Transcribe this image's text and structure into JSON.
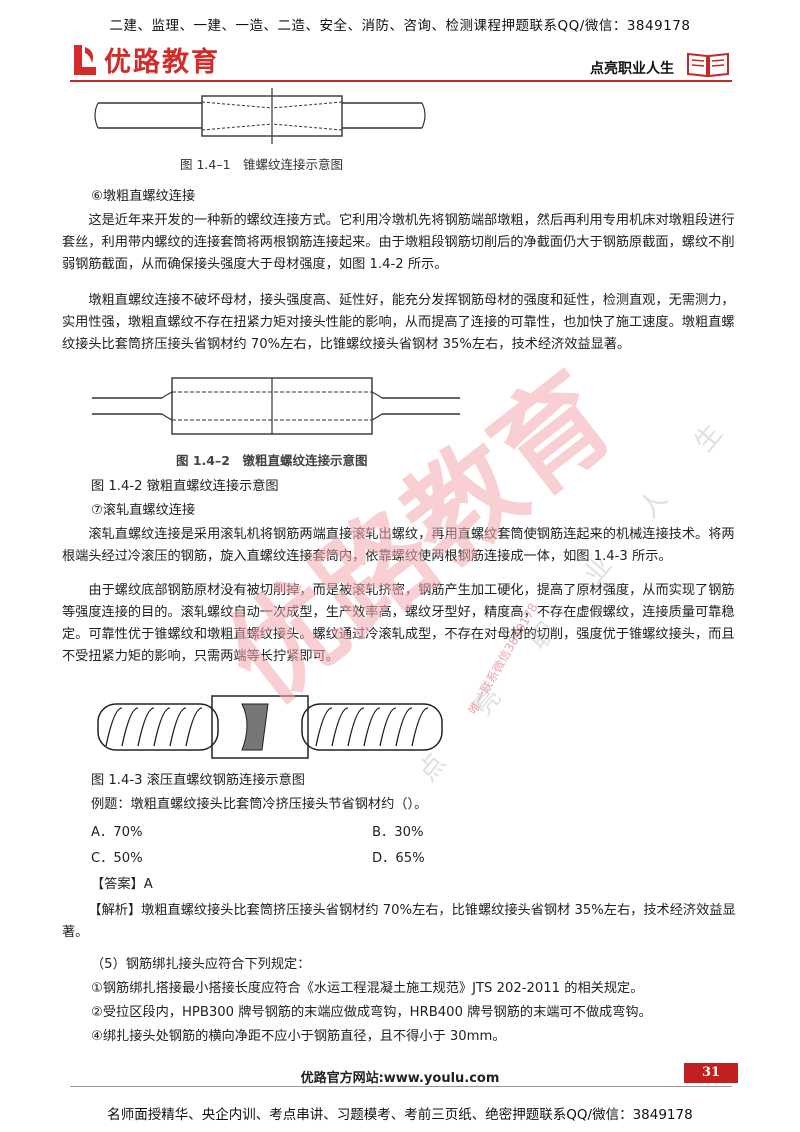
{
  "header": {
    "top_banner": "二建、监理、一建、一造、二造、安全、消防、咨询、检测课程押题联系QQ/微信：3849178",
    "logo_text": "优路教育",
    "slogan": "点亮职业人生"
  },
  "watermark": {
    "big": "优路教育",
    "small1": "唯一联系微信3849178",
    "small2": "点亮职业人生"
  },
  "figures": {
    "fig1_caption": "图 1.4–1　锥螺纹连接示意图",
    "fig2_caption_inner": "图 1.4–2　镦粗直螺纹连接示意图",
    "fig2_caption": "图 1.4-2 镦粗直螺纹连接示意图",
    "fig3_caption": "图 1.4-3 滚压直螺纹钢筋连接示意图"
  },
  "content": {
    "s6_title": "⑥墩粗直螺纹连接",
    "s6_p1": "这是近年来开发的一种新的螺纹连接方式。它利用冷墩机先将钢筋端部墩粗，然后再利用专用机床对墩粗段进行套丝，利用带内螺纹的连接套筒将两根钢筋连接起来。由于墩粗段钢筋切削后的净截面仍大于钢筋原截面，螺纹不削弱钢筋截面，从而确保接头强度大于母材强度，如图 1.4-2 所示。",
    "s6_p2": "墩粗直螺纹连接不破坏母材，接头强度高、延性好，能充分发挥钢筋母材的强度和延性，检测直观，无需测力，实用性强，墩粗直螺纹不存在扭紧力矩对接头性能的影响，从而提高了连接的可靠性，也加快了施工速度。墩粗直螺纹接头比套筒挤压接头省钢材约 70%左右，比锥螺纹接头省钢材 35%左右，技术经济效益显著。",
    "s7_title": "⑦滚轧直螺纹连接",
    "s7_p1": "滚轧直螺纹连接是采用滚轧机将钢筋两端直接滚轧出螺纹，再用直螺纹套筒使钢筋连起来的机械连接技术。将两根端头经过冷滚压的钢筋，旋入直螺纹连接套筒内，依靠螺纹使两根钢筋连接成一体，如图 1.4-3 所示。",
    "s7_p2": "由于螺纹底部钢筋原材没有被切削掉，而是被滚轧挤密，钢筋产生加工硬化，提高了原材强度，从而实现了钢筋等强度连接的目的。滚轧螺纹自动一次成型，生产效率高，螺纹牙型好，精度高，不存在虚假螺纹，连接质量可靠稳定。可靠性优于锥螺纹和墩粗直螺纹接头。螺纹通过冷滚轧成型，不存在对母材的切削，强度优于锥螺纹接头，而且不受扭紧力矩的影响，只需两端等长拧紧即可。",
    "example": "例题：墩粗直螺纹接头比套筒冷挤压接头节省钢材约（）。",
    "options": [
      "A．70%",
      "B．30%",
      "C．50%",
      "D．65%"
    ],
    "answer": "【答案】A",
    "analysis": "【解析】墩粗直螺纹接头比套筒挤压接头省钢材约 70%左右，比锥螺纹接头省钢材 35%左右，技术经济效益显著。",
    "s5_title": "（5）钢筋绑扎接头应符合下列规定：",
    "rule1": "①钢筋绑扎搭接最小搭接长度应符合《水运工程混凝土施工规范》JTS 202-2011 的相关规定。",
    "rule2": "②受拉区段内，HPB300 牌号钢筋的末端应做成弯钩，HRB400 牌号钢筋的末端可不做成弯钩。",
    "rule3": "④绑扎接头处钢筋的横向净距不应小于钢筋直径，且不得小于 30mm。"
  },
  "footer": {
    "site": "优路官方网站:www.youlu.com",
    "page_number": "31",
    "bottom_banner": "名师面授精华、央企内训、考点串讲、习题模考、考前三页纸、绝密押题联系QQ/微信：3849178"
  },
  "colors": {
    "brand_red": "#d42a2a",
    "watermark_pink": "#f4a8b0"
  }
}
